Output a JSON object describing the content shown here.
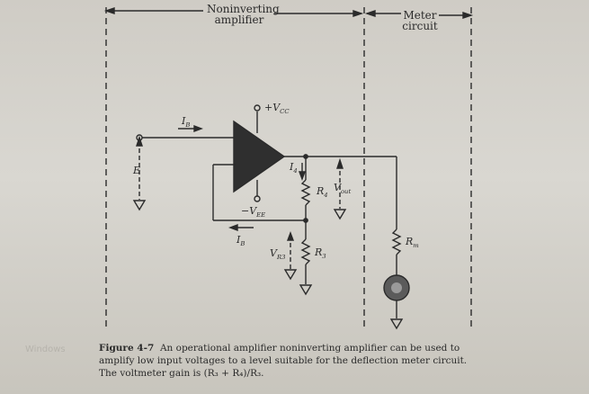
{
  "sections": {
    "amplifier": {
      "line1": "Noninverting",
      "line2": "amplifier"
    },
    "meter": {
      "line1": "Meter",
      "line2": "circuit"
    }
  },
  "labels": {
    "vcc": "+V",
    "vcc_sub": "CC",
    "vee": "−V",
    "vee_sub": "EE",
    "ib_in": "I",
    "ib_in_sub": "B",
    "ib_fb": "I",
    "ib_fb_sub": "B",
    "i4": "I",
    "i4_sub": "4",
    "e": "E",
    "r4": "R",
    "r4_sub": "4",
    "vout": "V",
    "vout_sub": "out",
    "vr3": "V",
    "vr3_sub": "R3",
    "r3": "R",
    "r3_sub": "3",
    "rm": "R",
    "rm_sub": "m"
  },
  "caption": {
    "figure": "Figure 4-7",
    "text": "An operational amplifier noninverting amplifier can be used to amplify low input voltages to a level suitable for the deflection meter circuit. The voltmeter gain is (R₃ + R₄)/R₃."
  },
  "watermark": "Windows"
}
